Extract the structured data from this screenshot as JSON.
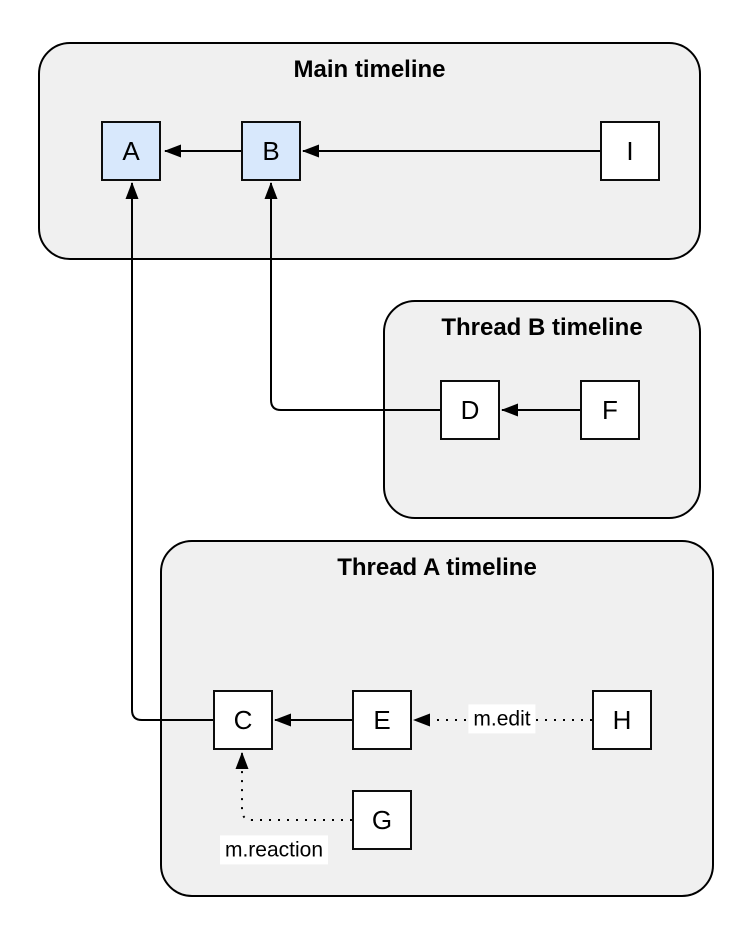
{
  "diagram": {
    "containers": {
      "main": {
        "title": "Main timeline",
        "nodes": [
          "A",
          "B",
          "I"
        ]
      },
      "thread_b": {
        "title": "Thread B timeline",
        "nodes": [
          "D",
          "F"
        ]
      },
      "thread_a": {
        "title": "Thread A timeline",
        "nodes": [
          "C",
          "E",
          "H",
          "G"
        ]
      }
    },
    "nodes": {
      "a": {
        "label": "A",
        "highlighted": true
      },
      "b": {
        "label": "B",
        "highlighted": true
      },
      "i": {
        "label": "I",
        "highlighted": false
      },
      "d": {
        "label": "D",
        "highlighted": false
      },
      "f": {
        "label": "F",
        "highlighted": false
      },
      "c": {
        "label": "C",
        "highlighted": false
      },
      "e": {
        "label": "E",
        "highlighted": false
      },
      "h": {
        "label": "H",
        "highlighted": false
      },
      "g": {
        "label": "G",
        "highlighted": false
      }
    },
    "edges": [
      {
        "from": "B",
        "to": "A",
        "type": "solid",
        "label": ""
      },
      {
        "from": "I",
        "to": "B",
        "type": "solid",
        "label": ""
      },
      {
        "from": "F",
        "to": "D",
        "type": "solid",
        "label": ""
      },
      {
        "from": "D",
        "to": "B",
        "type": "solid",
        "label": ""
      },
      {
        "from": "E",
        "to": "C",
        "type": "solid",
        "label": ""
      },
      {
        "from": "C",
        "to": "A",
        "type": "solid",
        "label": ""
      },
      {
        "from": "H",
        "to": "E",
        "type": "dotted",
        "label": "m.edit"
      },
      {
        "from": "G",
        "to": "C",
        "type": "dotted",
        "label": "m.reaction"
      }
    ],
    "colors": {
      "canvas": "#ffffff",
      "container_fill": "#f0f0f0",
      "node_fill": "#ffffff",
      "highlight_node_fill": "#d8e8fc",
      "stroke": "#000000"
    }
  }
}
